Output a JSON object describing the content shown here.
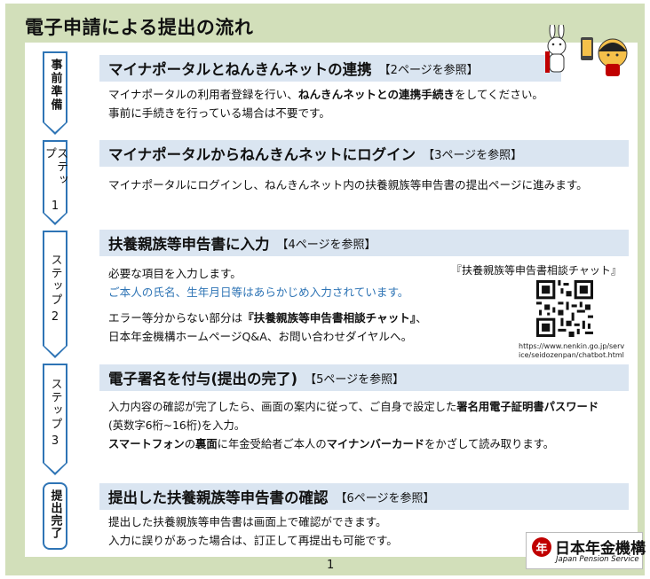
{
  "title": "電子申請による提出の流れ",
  "steps": [
    {
      "marker": "事前準備",
      "heading": "マイナポータルとねんきんネットの連携",
      "ref": "【2ページを参照】",
      "lines": [
        {
          "pre": "マイナポータルの利用者登録を行い、",
          "bold": "ねんきんネットとの連携手続き",
          "post": "をしてください。"
        },
        {
          "pre": "事前に手続きを行っている場合は不要です。"
        }
      ]
    },
    {
      "marker": "ステップ",
      "number": "1",
      "heading": "マイナポータルからねんきんネットにログイン",
      "ref": "【3ページを参照】",
      "lines": [
        {
          "pre": "マイナポータルにログインし、ねんきんネット内の扶養親族等申告書の提出ページに進みます。"
        }
      ]
    },
    {
      "marker": "ステップ",
      "number": "2",
      "heading": "扶養親族等申告書に入力",
      "ref": "【4ページを参照】",
      "lines": [
        {
          "pre": "必要な項目を入力します。"
        },
        {
          "pre": "ご本人の氏名、生年月日等はあらかじめ入力されています。"
        },
        {
          "pre": "エラー等分からない部分は",
          "bold": "『扶養親族等申告書相談チャット』",
          "post": "、"
        },
        {
          "pre": "日本年金機構ホームページQ&A、お問い合わせダイヤルへ。"
        }
      ],
      "qr_label": "『扶養親族等申告書相談チャット』",
      "qr_url_1": "https://www.nenkin.go.jp/serv",
      "qr_url_2": "ice/seidozenpan/chatbot.html"
    },
    {
      "marker": "ステップ",
      "number": "3",
      "heading": "電子署名を付与(提出の完了)",
      "ref": "【5ページを参照】",
      "lines": [
        {
          "pre": "入力内容の確認が完了したら、画面の案内に従って、ご自身で設定した",
          "bold": "署名用電子証明書パスワード"
        },
        {
          "pre": "(英数字6桁~16桁)を入力。"
        },
        {
          "bold": "スマートフォン",
          "pre2": "の",
          "bold2": "裏面",
          "post": "に年金受給者ご本人の",
          "bold3": "マイナンバーカード",
          "post2": "をかざして読み取ります。"
        }
      ]
    },
    {
      "marker": "提出完了",
      "heading": "提出した扶養親族等申告書の確認",
      "ref": "【6ページを参照】",
      "lines": [
        {
          "pre": "提出した扶養親族等申告書は画面上で確認ができます。"
        },
        {
          "pre": "入力に誤りがあった場合は、訂正して再提出も可能です。"
        }
      ]
    }
  ],
  "logo": {
    "mark": "年",
    "name": "日本年金機構",
    "english": "Japan Pension Service"
  },
  "page_number": "1",
  "colors": {
    "frame": "#d2dfba",
    "heading_band": "#dae5f1",
    "accent": "#2e74b5",
    "logo_red": "#c00000"
  }
}
